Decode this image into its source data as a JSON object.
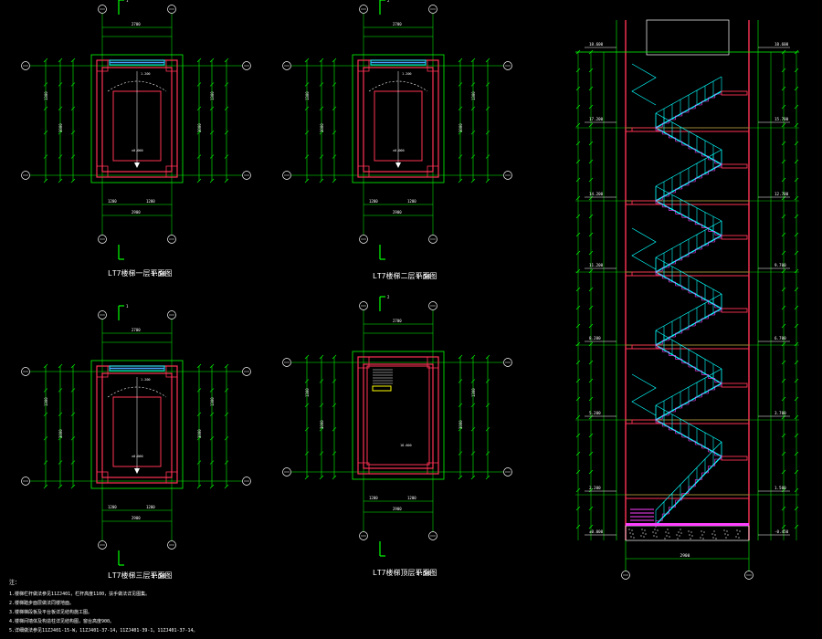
{
  "colors": {
    "background": "#000000",
    "dimension": "#00ff00",
    "wall": "#ff3355",
    "stair": "#00ffff",
    "text": "#ffffff",
    "accent": "#ffff00",
    "blue": "#4aa0ff",
    "magenta": "#ff40ff"
  },
  "plans": [
    {
      "id": "plan-a",
      "label": "LT7楼梯一层平面图",
      "scale": "1:50",
      "section_mark": "1",
      "dim_top": "2700",
      "dim_bottom": "2900",
      "dim_bottom_split": [
        "1200",
        "1200"
      ]
    },
    {
      "id": "plan-b",
      "label": "LT7楼梯二层平面图",
      "scale": "1:50",
      "section_mark": "2",
      "dim_top": "2700",
      "dim_bottom": "2900",
      "dim_bottom_split": [
        "1200",
        "1200"
      ]
    },
    {
      "id": "plan-c",
      "label": "LT7楼梯三层平面图",
      "scale": "1:50",
      "section_mark": "1",
      "dim_top": "2700",
      "dim_bottom": "2900",
      "dim_bottom_split": [
        "1200",
        "1200"
      ]
    },
    {
      "id": "plan-d",
      "label": "LT7楼梯顶层平面图",
      "scale": "1:50",
      "section_mark": "2",
      "dim_top": "2700",
      "dim_bottom": "2900",
      "dim_bottom_split": [
        "1200",
        "1200"
      ]
    }
  ],
  "section": {
    "left_levels": [
      "18.600",
      "17.200",
      "14.200",
      "11.200",
      "8.200",
      "5.200",
      "2.200",
      "±0.000"
    ],
    "right_levels": [
      "18.600",
      "15.700",
      "12.700",
      "9.700",
      "6.700",
      "3.700",
      "1.500",
      "-0.450"
    ],
    "bottom_dim": "2900"
  },
  "notes": {
    "title": "注：",
    "lines": [
      "1.楼梯栏杆做法参见11ZJ401，栏杆高度1100，扶手做法详见图集。",
      "2.楼梯踏步面层做法同楼地面。",
      "3.楼梯梯段板及平台板详见结构施工图。",
      "4.楼梯间墙体及构造柱详见结构图，窗台高度900。",
      "5.详细做法参见11ZJ401-15-W，11ZJ401-37-14，11ZJ401-39-1，11ZJ401-37-14。"
    ]
  }
}
